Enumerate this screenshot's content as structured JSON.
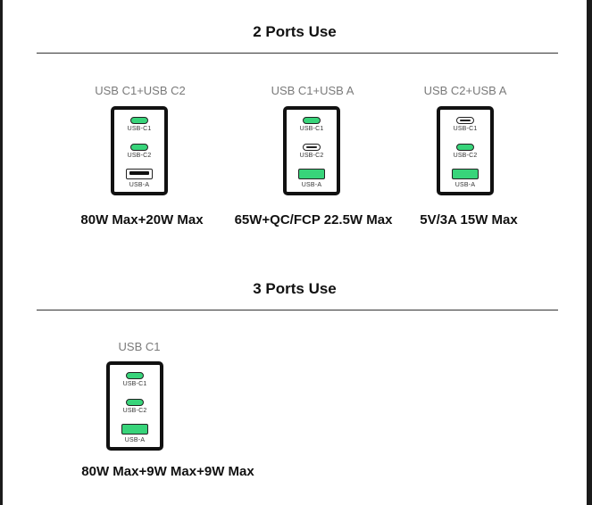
{
  "two_ports": {
    "title": "2 Ports Use",
    "configs": [
      {
        "label": "USB C1+USB C2",
        "power": "80W Max+20W Max",
        "ports": [
          {
            "label": "USB-C1",
            "type": "c",
            "active": true
          },
          {
            "label": "USB-C2",
            "type": "c",
            "active": true
          },
          {
            "label": "USB-A",
            "type": "a",
            "active": false
          }
        ]
      },
      {
        "label": "USB C1+USB A",
        "power": "65W+QC/FCP 22.5W Max",
        "ports": [
          {
            "label": "USB-C1",
            "type": "c",
            "active": true
          },
          {
            "label": "USB-C2",
            "type": "c",
            "active": false
          },
          {
            "label": "USB-A",
            "type": "a",
            "active": true
          }
        ]
      },
      {
        "label": "USB C2+USB A",
        "power": "5V/3A 15W Max",
        "ports": [
          {
            "label": "USB-C1",
            "type": "c",
            "active": false
          },
          {
            "label": "USB-C2",
            "type": "c",
            "active": true
          },
          {
            "label": "USB-A",
            "type": "a",
            "active": true
          }
        ]
      }
    ]
  },
  "three_ports": {
    "title": "3 Ports Use",
    "configs": [
      {
        "label": "USB C1",
        "power": "80W Max+9W Max+9W Max",
        "ports": [
          {
            "label": "USB-C1",
            "type": "c",
            "active": true
          },
          {
            "label": "USB-C2",
            "type": "c",
            "active": true
          },
          {
            "label": "USB-A",
            "type": "a",
            "active": true
          }
        ]
      }
    ]
  },
  "colors": {
    "active_port": "#38d47a",
    "outline": "#111111",
    "label_gray": "#7a7a7a"
  }
}
